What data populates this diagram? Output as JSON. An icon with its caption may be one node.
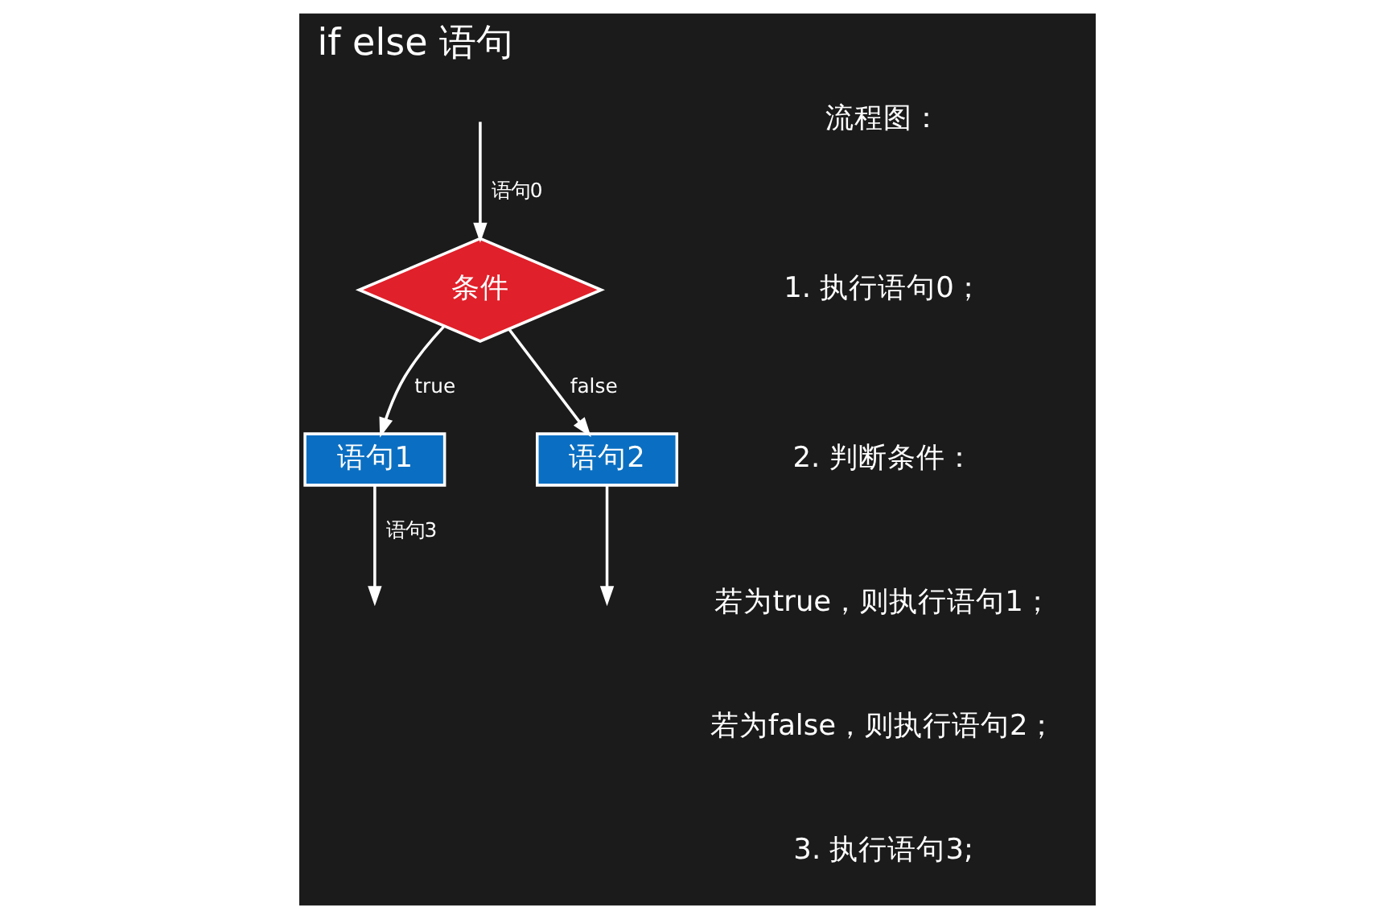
{
  "diagram": {
    "title": "if else 语句",
    "nodes": [
      {
        "text": [
          "条件"
        ]
      },
      {
        "text": [
          "语句1"
        ]
      },
      {
        "text": [
          "语句2"
        ]
      }
    ],
    "edges": [
      {
        "from": null,
        "to": 0,
        "arrow": "to",
        "label": "语句0"
      },
      {
        "from": 0,
        "to": 1,
        "arrow": "to",
        "label": "true"
      },
      {
        "from": 0,
        "to": 2,
        "arrow": "to",
        "label": "false"
      },
      {
        "from": 1,
        "to": null,
        "arrow": "to",
        "label": "语句3"
      },
      {
        "from": 2,
        "to": null,
        "arrow": "to"
      }
    ],
    "labels": [
      "流程图：",
      "1. 执行语句0；",
      "2. 判断条件：",
      "若为true，则执行语句1；",
      "若为false，则执行语句2；",
      "3. 执行语句3;"
    ]
  }
}
